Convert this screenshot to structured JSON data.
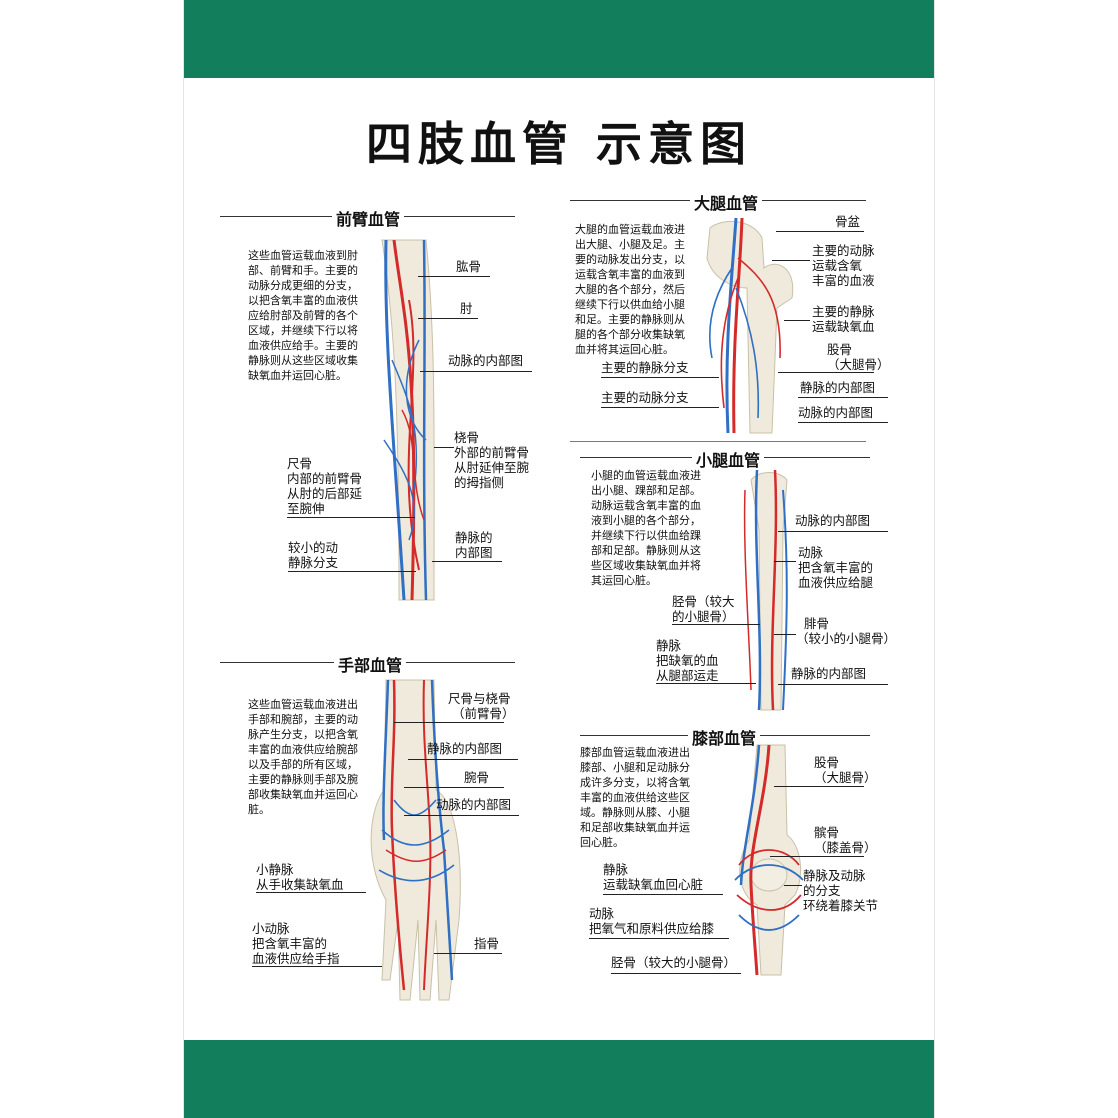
{
  "title": "四肢血管 示意图",
  "colors": {
    "band": "#137e5c",
    "artery": "#d42a2a",
    "vein": "#2f6fc4",
    "bone": "#e9e3d3"
  },
  "forearm": {
    "heading": "前臂血管",
    "description": "这些血管运载血液到肘部、前臂和手。主要的动脉分成更细的分支，以把含氧丰富的血液供应给肘部及前臂的各个区域，并继续下行以将血液供应给手。主要的静脉则从这些区域收集缺氧血并运回心脏。",
    "labels": [
      "肱骨",
      "肘",
      "动脉的内部图",
      "桡骨\n外部的前臂骨\n从肘延伸至腕\n的拇指侧",
      "尺骨\n内部的前臂骨\n从肘的后部延\n至腕伸",
      "静脉的\n内部图",
      "较小的动\n静脉分支"
    ]
  },
  "hand": {
    "heading": "手部血管",
    "description": "这些血管运载血液进出手部和腕部，主要的动脉产生分支，以把含氧丰富的血液供应给腕部以及手部的所有区域，主要的静脉则手部及腕部收集缺氧血并运回心脏。",
    "labels": [
      "尺骨与桡骨\n（前臂骨）",
      "静脉的内部图",
      "腕骨",
      "动脉的内部图",
      "小静脉\n从手收集缺氧血",
      "小动脉\n把含氧丰富的\n血液供应给手指",
      "指骨"
    ]
  },
  "thigh": {
    "heading": "大腿血管",
    "description": "大腿的血管运载血液进出大腿、小腿及足。主要的动脉发出分支，以运载含氧丰富的血液到大腿的各个部分，然后继续下行以供血给小腿和足。主要的静脉则从腿的各个部分收集缺氧血并将其运回心脏。",
    "labels": [
      "骨盆",
      "主要的动脉\n运载含氧\n丰富的血液",
      "主要的静脉\n运载缺氧血",
      "股骨\n（大腿骨）",
      "静脉的内部图",
      "动脉的内部图",
      "主要的静脉分支",
      "主要的动脉分支"
    ]
  },
  "calf": {
    "heading": "小腿血管",
    "description": "小腿的血管运载血液进出小腿、踝部和足部。动脉运载含氧丰富的血液到小腿的各个部分，并继续下行以供血给踝部和足部。静脉则从这些区域收集缺氧血并将其运回心脏。",
    "labels": [
      "动脉的内部图",
      "动脉\n把含氧丰富的\n血液供应给腿",
      "胫骨（较大\n的小腿骨）",
      "腓骨\n（较小的小腿骨）",
      "静脉\n把缺氧的血\n从腿部运走",
      "静脉的内部图"
    ]
  },
  "knee": {
    "heading": "膝部血管",
    "description": "膝部血管运载血液进出膝部、小腿和足动脉分成许多分支，以将含氧丰富的血液供给这些区域。静脉则从膝、小腿和足部收集缺氧血并运回心脏。",
    "labels": [
      "股骨\n（大腿骨）",
      "髌骨\n（膝盖骨）",
      "静脉\n运载缺氧血回心脏",
      "静脉及动脉\n的分支\n环绕着膝关节",
      "动脉\n把氧气和原料供应给膝",
      "胫骨（较大的小腿骨）"
    ]
  }
}
